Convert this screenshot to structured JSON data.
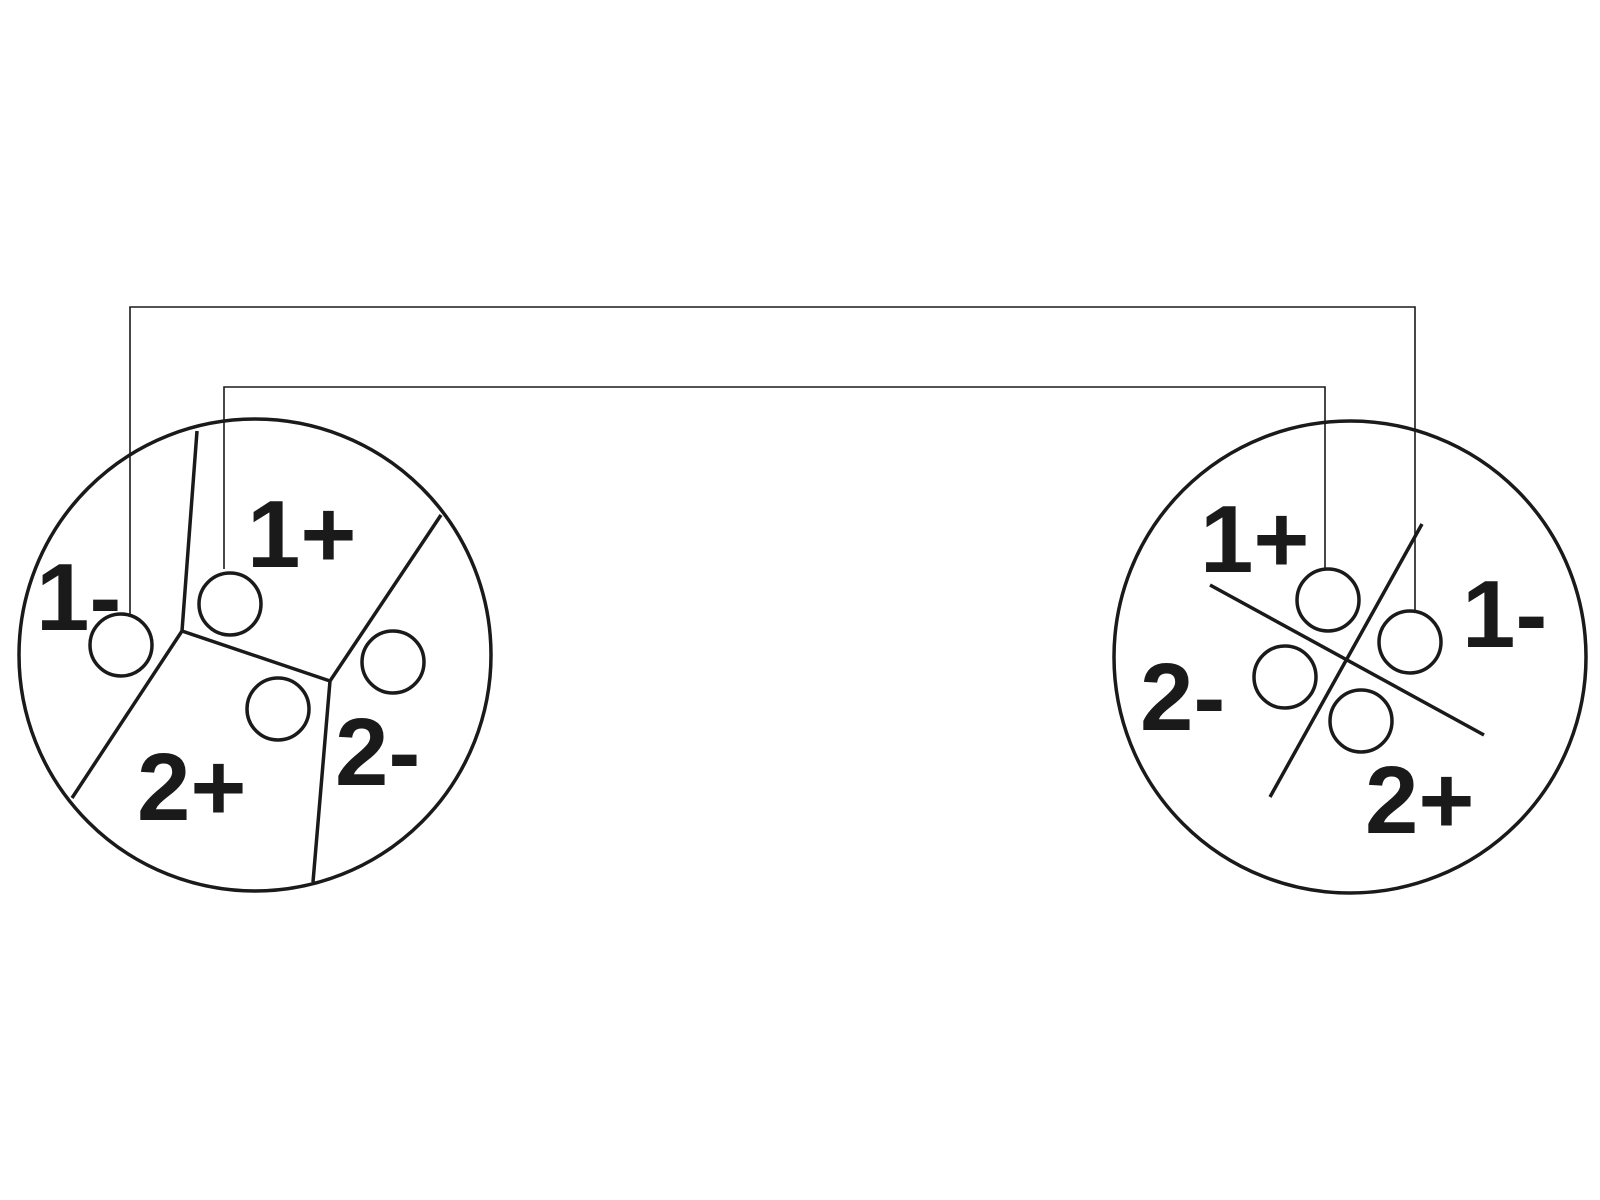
{
  "connectors": {
    "left": {
      "labels": {
        "one_minus": "1-",
        "one_plus": "1+",
        "two_plus": "2+",
        "two_minus": "2-"
      }
    },
    "right": {
      "labels": {
        "one_plus": "1+",
        "one_minus": "1-",
        "two_minus": "2-",
        "two_plus": "2+"
      }
    }
  },
  "wires": [
    {
      "from": "left.1-",
      "to": "right.1-"
    },
    {
      "from": "left.1+",
      "to": "right.1+"
    }
  ],
  "colors": {
    "stroke": "#1a1a1a",
    "background": "#ffffff"
  }
}
